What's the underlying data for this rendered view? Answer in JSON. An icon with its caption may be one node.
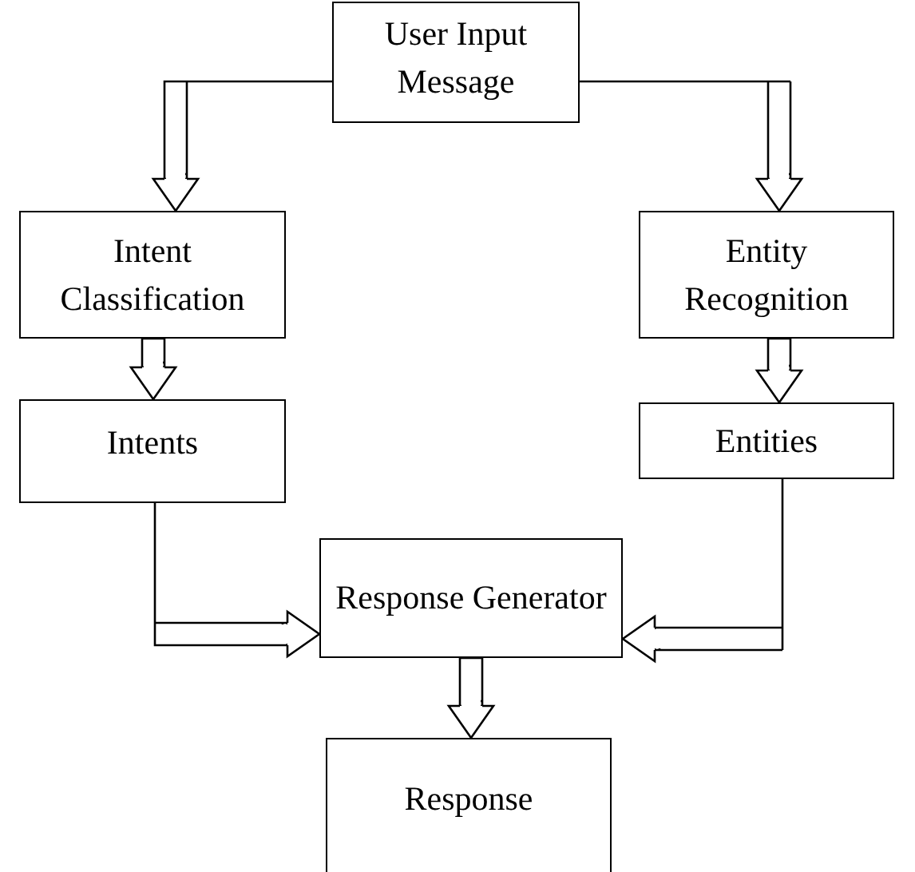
{
  "diagram": {
    "nodes": [
      {
        "text": [
          "User Input Message"
        ]
      },
      {
        "text": [
          "Intent Classification"
        ]
      },
      {
        "text": [
          "Entity Recognition"
        ]
      },
      {
        "text": [
          "Intents"
        ]
      },
      {
        "text": [
          "Entities"
        ]
      },
      {
        "text": [
          "Response Generator"
        ]
      },
      {
        "text": [
          "Response"
        ]
      }
    ],
    "edges": [
      {
        "from": 0,
        "to": 1,
        "arrow": "to"
      },
      {
        "from": 0,
        "to": 2,
        "arrow": "to"
      },
      {
        "from": 1,
        "to": 3,
        "arrow": "to"
      },
      {
        "from": 2,
        "to": 4,
        "arrow": "to"
      },
      {
        "from": 3,
        "to": 5,
        "arrow": "to"
      },
      {
        "from": 4,
        "to": 5,
        "arrow": "to"
      },
      {
        "from": 5,
        "to": 6,
        "arrow": "to"
      }
    ]
  }
}
